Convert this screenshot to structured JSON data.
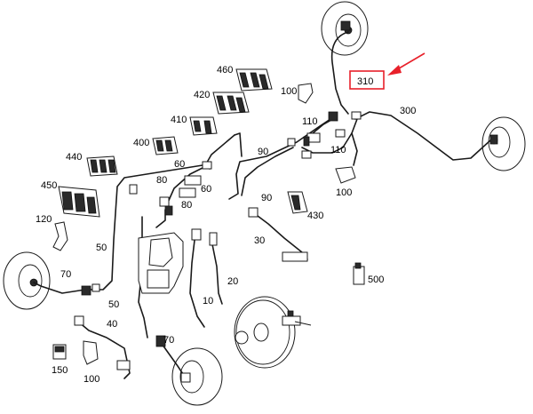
{
  "colors": {
    "highlight": "#e8202a",
    "ink": "#1a1a1a",
    "background": "#ffffff"
  },
  "labels": {
    "l460": "460",
    "l420": "420",
    "l410": "410",
    "l400": "400",
    "l440": "440",
    "l450": "450",
    "l120": "120",
    "l100_top": "100",
    "l110_a": "110",
    "l110_b": "110",
    "l100_mid": "100",
    "l310": "310",
    "l300": "300",
    "l80_a": "80",
    "l60_a": "60",
    "l60_b": "60",
    "l80_b": "80",
    "l90_a": "90",
    "l90_b": "90",
    "l430": "430",
    "l30": "30",
    "l500": "500",
    "l50_a": "50",
    "l70_a": "70",
    "l50_b": "50",
    "l40": "40",
    "l20": "20",
    "l10": "10",
    "l70_b": "70",
    "l150": "150",
    "l100_bot": "100"
  },
  "highlighted_part": "310",
  "icons": [
    "wheel-icon",
    "brake-booster-icon",
    "clip-icon",
    "connector-icon",
    "arrow-icon"
  ]
}
